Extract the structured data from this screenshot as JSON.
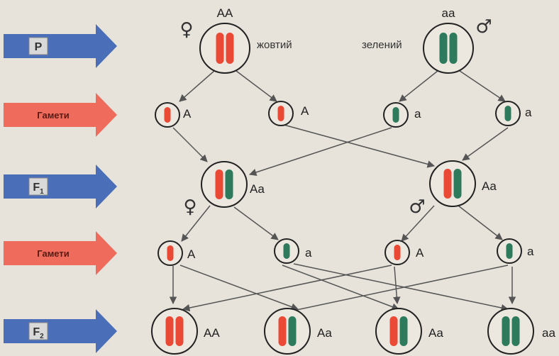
{
  "colors": {
    "blue_arrow": "#4a6fb8",
    "red_arrow": "#ef6b5c",
    "yellow_chromosome": "#ea4a35",
    "green_chromosome": "#2e7a5c",
    "background": "#e7e3da"
  },
  "stages": [
    {
      "label": "P",
      "arrow": "blue"
    },
    {
      "label": "Гамети",
      "arrow": "red"
    },
    {
      "label": "F1",
      "arrow": "blue"
    },
    {
      "label": "Гамети",
      "arrow": "red"
    },
    {
      "label": "F2",
      "arrow": "blue"
    }
  ],
  "parents": {
    "female": {
      "genotype": "AA",
      "trait": "жовтий",
      "symbol": "♀",
      "alleles": [
        "A",
        "A"
      ]
    },
    "male": {
      "genotype": "aa",
      "trait": "зелений",
      "symbol": "♂",
      "alleles": [
        "a",
        "a"
      ]
    }
  },
  "gametes_p": [
    {
      "allele": "A",
      "color": "yellow"
    },
    {
      "allele": "A",
      "color": "yellow"
    },
    {
      "allele": "a",
      "color": "green"
    },
    {
      "allele": "a",
      "color": "green"
    }
  ],
  "f1": [
    {
      "genotype": "Aa",
      "symbol": "♀"
    },
    {
      "genotype": "Aa",
      "symbol": "♂"
    }
  ],
  "gametes_f1": [
    {
      "allele": "A",
      "color": "yellow"
    },
    {
      "allele": "a",
      "color": "green"
    },
    {
      "allele": "A",
      "color": "yellow"
    },
    {
      "allele": "a",
      "color": "green"
    }
  ],
  "f2": [
    {
      "genotype": "AA",
      "alleles": [
        "A",
        "A"
      ]
    },
    {
      "genotype": "Aa",
      "alleles": [
        "A",
        "a"
      ]
    },
    {
      "genotype": "Aa",
      "alleles": [
        "A",
        "a"
      ]
    },
    {
      "genotype": "aa",
      "alleles": [
        "a",
        "a"
      ]
    }
  ]
}
